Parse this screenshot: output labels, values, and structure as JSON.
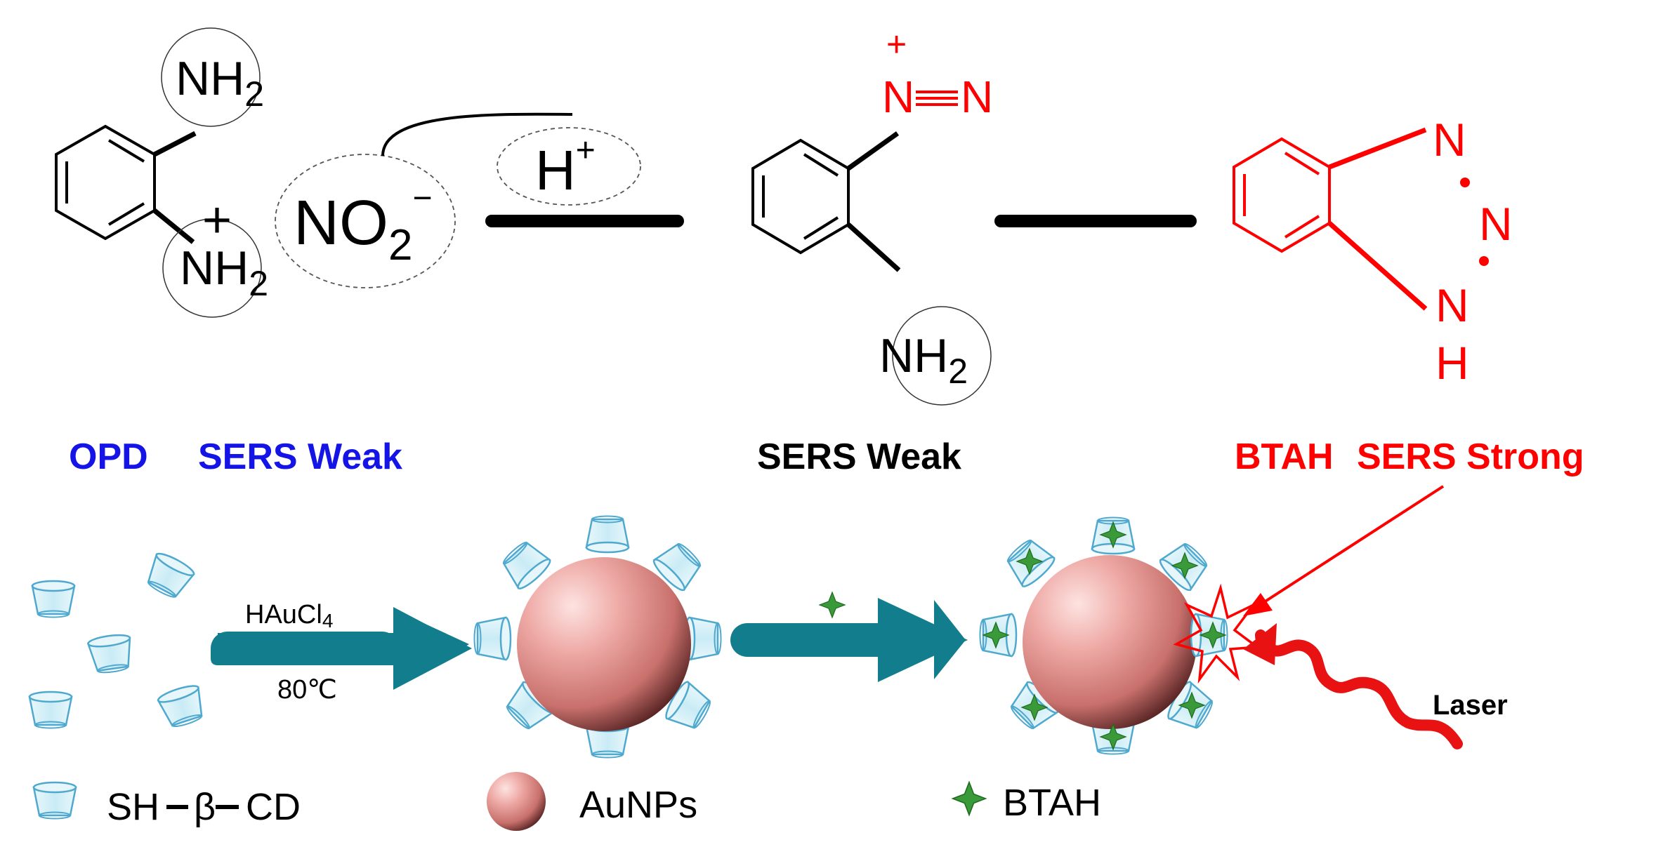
{
  "colors": {
    "ink": "#000000",
    "blue": "#1414e6",
    "red": "#ff0000",
    "teal": "#127d8c",
    "cup_fill": "#d8f1f8",
    "cup_stroke": "#4fa9cf",
    "gold_np": "#e59a97",
    "btah_star": "#3a9a3a"
  },
  "reaction": {
    "opd": {
      "amine_top": "NH",
      "amine_top_sub": "2",
      "amine_bottom": "NH",
      "amine_bottom_sub": "2",
      "name": "OPD",
      "signal": "SERS Weak"
    },
    "plus": "+",
    "nitrite": {
      "main": "NO",
      "sub": "2",
      "charge": "−"
    },
    "acid": {
      "main": "H",
      "charge": "+"
    },
    "intermediate": {
      "diazo_n1": "N",
      "diazo_n2": "N",
      "diazo_charge": "+",
      "amine": "NH",
      "amine_sub": "2",
      "signal": "SERS Weak"
    },
    "product": {
      "n1": "N",
      "n2": "N",
      "n3": "N",
      "h": "H",
      "name": "BTAH",
      "signal": "SERS Strong"
    }
  },
  "synthesis": {
    "reagent": "HAuCl",
    "reagent_sub": "4",
    "temperature": "80℃",
    "laser_label": "Laser"
  },
  "legend": {
    "cd": "SH",
    "cd_mid": "β",
    "cd_end": "CD",
    "np": "AuNPs",
    "btah": "BTAH"
  }
}
